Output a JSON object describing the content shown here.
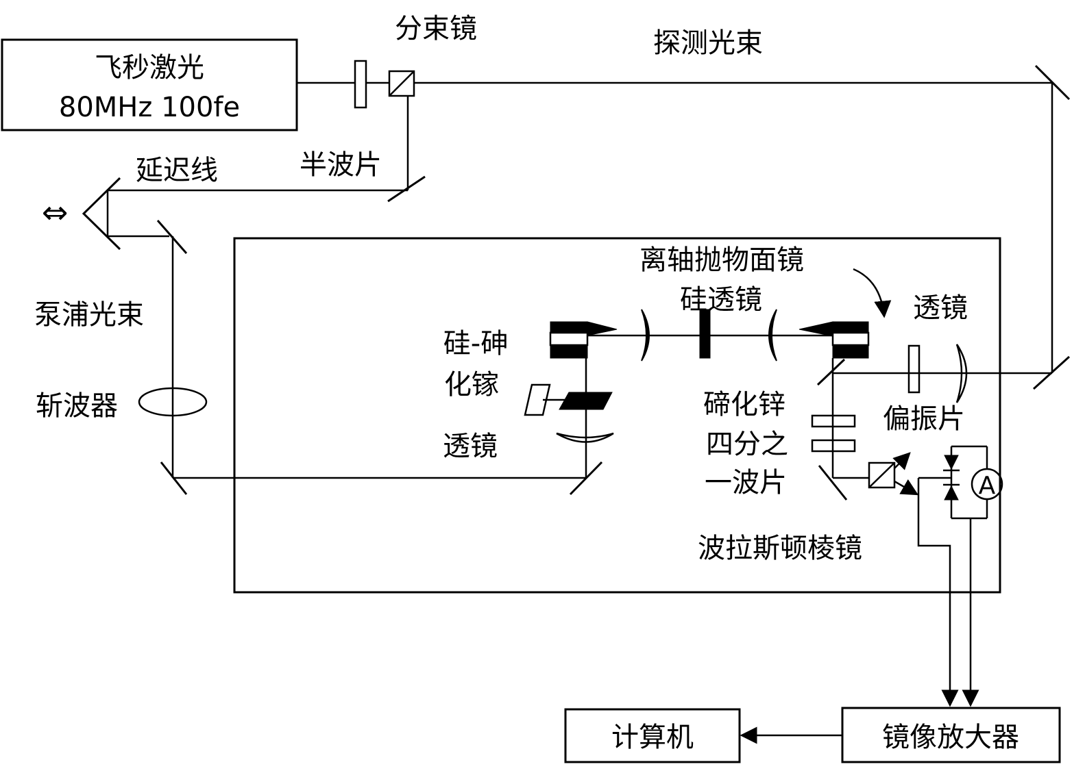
{
  "labels": {
    "laser_line1": "飞秒激光",
    "laser_line2": "80MHz 100fe",
    "beam_splitter": "分束镜",
    "probe_beam": "探测光束",
    "half_wave_plate": "半波片",
    "delay_line": "延迟线",
    "delay_arrow": "⇔",
    "pump_beam": "泵浦光束",
    "chopper": "斩波器",
    "gaas_line1": "硅-砷",
    "gaas_line2": "化镓",
    "lens_left": "透镜",
    "off_axis_mirror": "离轴抛物面镜",
    "si_lens": "硅透镜",
    "lens_right": "透镜",
    "polarizer": "偏振片",
    "znte": "碲化锌",
    "qwp_line1": "四分之",
    "qwp_line2": "一波片",
    "wollaston": "波拉斯顿棱镜",
    "ammeter": "A",
    "computer": "计算机",
    "lockin": "镜像放大器"
  }
}
